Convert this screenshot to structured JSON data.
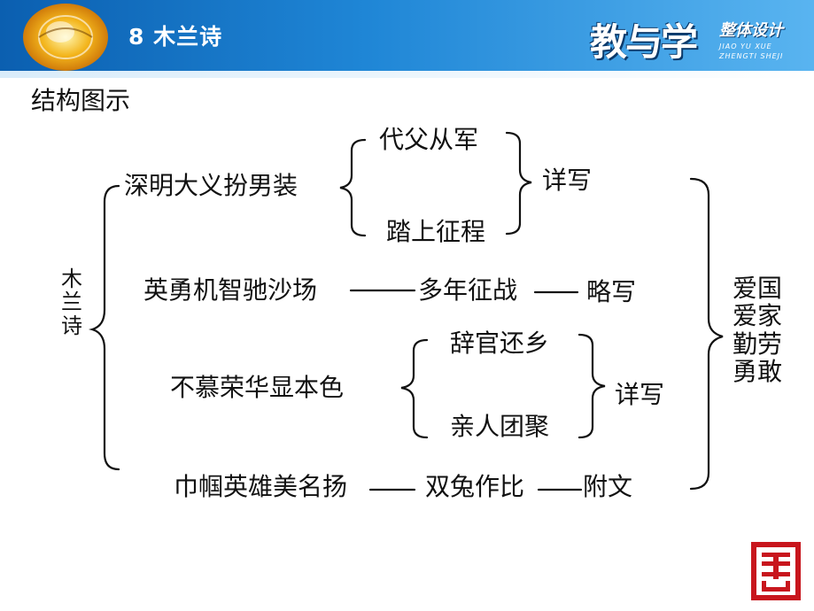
{
  "header": {
    "lesson_title": "8 木兰诗",
    "brand_main": "教与学",
    "brand_sub": "整体设计",
    "brand_en_line1": "JIAO YU XUE",
    "brand_en_line2": "ZHENGTI SHEJI"
  },
  "section_title": "结构图示",
  "root": {
    "label": "木兰诗"
  },
  "nodes": {
    "n1": "深明大义扮男装",
    "n1_sub1": "代父从军",
    "n1_sub2": "踏上征程",
    "n1_method": "详写",
    "n2": "英勇机智驰沙场",
    "n2_detail": "多年征战",
    "n2_method": "略写",
    "n3": "不慕荣华显本色",
    "n3_sub1": "辞官还乡",
    "n3_sub2": "亲人团聚",
    "n3_method": "详写",
    "n4": "巾帼英雄美名扬",
    "n4_detail": "双兔作比",
    "n4_method": "附文"
  },
  "theme": "爱国爱家勤劳勇敢",
  "colors": {
    "header_blue": "#1a7bd0",
    "text": "#111111",
    "seal_red": "#c8161d"
  }
}
